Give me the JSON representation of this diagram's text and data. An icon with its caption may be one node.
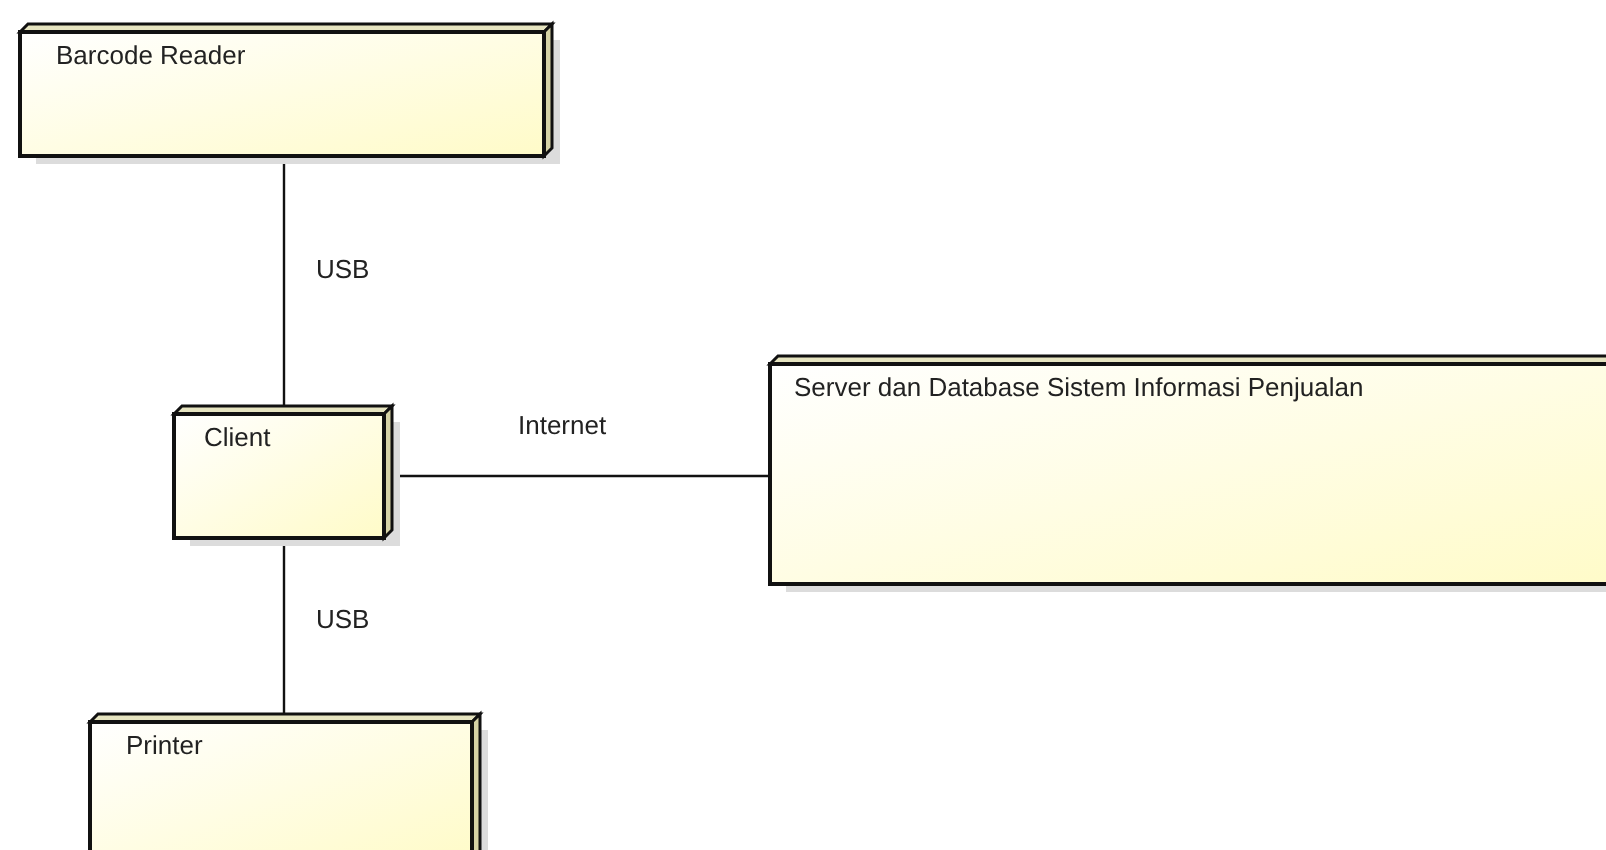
{
  "diagram": {
    "nodes": [
      {
        "text": [
          "Barcode Reader"
        ]
      },
      {
        "text": [
          "Client"
        ]
      },
      {
        "text": [
          "Server dan Database Sistem Informasi Penjualan"
        ]
      },
      {
        "text": [
          "Printer"
        ]
      }
    ],
    "edges": [
      {
        "from": 0,
        "to": 1,
        "arrow": "none",
        "label": "USB"
      },
      {
        "from": 1,
        "to": 2,
        "arrow": "none",
        "label": "Internet"
      },
      {
        "from": 1,
        "to": 3,
        "arrow": "none",
        "label": "USB"
      }
    ]
  }
}
